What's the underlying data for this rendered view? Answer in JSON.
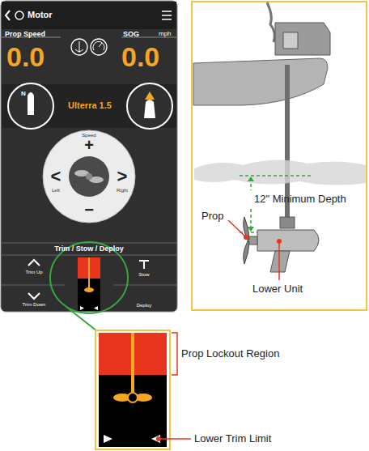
{
  "diagram": {
    "labels": [
      "Motor",
      "Prop Speed",
      "SOG",
      "mph",
      "0.0",
      "0.0",
      "N",
      "Ulterra 1.5",
      "Speed",
      "+",
      "<",
      ">",
      "Left",
      "Right",
      "−",
      "Trim / Stow / Deploy",
      "Trim Up",
      "Trim Down",
      "Stow",
      "Deploy",
      "12\" Minimum Depth",
      "Prop",
      "Lower Unit",
      "Prop Lockout Region",
      "Lower Trim Limit"
    ]
  }
}
